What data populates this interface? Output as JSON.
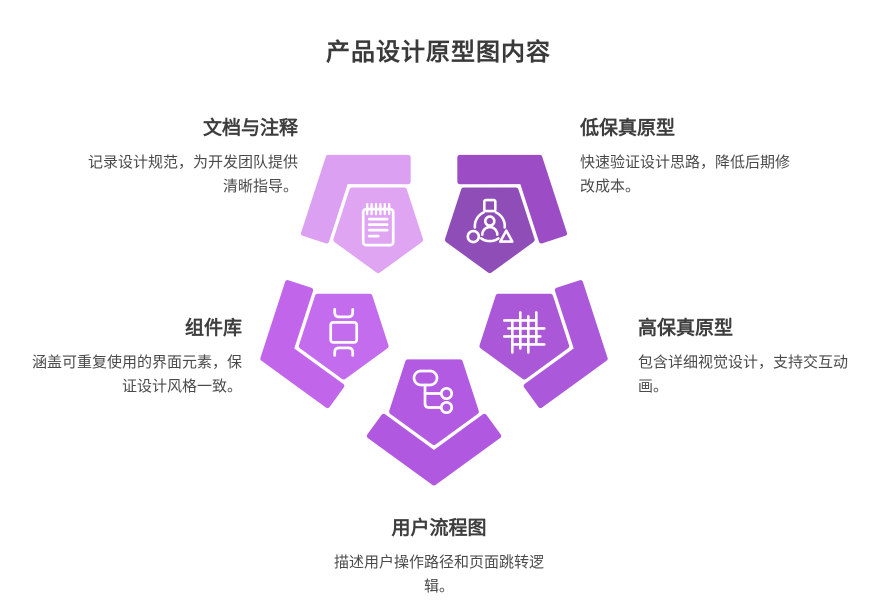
{
  "title": "产品设计原型图内容",
  "colors": {
    "title_text": "#3a3a3a",
    "heading_text": "#3e3e3e",
    "body_text": "#4a4a4a",
    "icon_stroke": "#ffffff"
  },
  "items": [
    {
      "id": "docs",
      "label": "文档与注释",
      "desc": "记录设计规范，为开发团队提供清晰指导。",
      "icon": "notepad-icon",
      "color": "#dfa5f3",
      "band_color": "#dca0f2"
    },
    {
      "id": "lowfi",
      "label": "低保真原型",
      "desc": "快速验证设计思路，降低后期修改成本。",
      "icon": "wireframe-person-icon",
      "color": "#8f4db8",
      "band_color": "#9c4dc6"
    },
    {
      "id": "components",
      "label": "组件库",
      "desc": "涵盖可重复使用的界面元素，保证设计风格一致。",
      "icon": "component-icon",
      "color": "#c36cee",
      "band_color": "#c166eb"
    },
    {
      "id": "hifi",
      "label": "高保真原型",
      "desc": "包含详细视觉设计，支持交互动画。",
      "icon": "grid-icon",
      "color": "#aa58d8",
      "band_color": "#ab59da"
    },
    {
      "id": "userflow",
      "label": "用户流程图",
      "desc": "描述用户操作路径和页面跳转逻辑。",
      "icon": "flowchart-icon",
      "color": "#b25ae2",
      "band_color": "#b158e1"
    }
  ]
}
